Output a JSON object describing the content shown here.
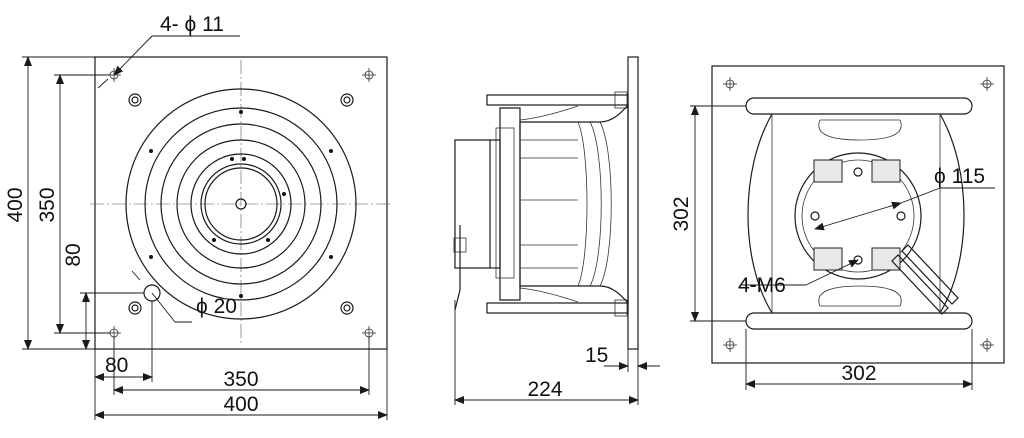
{
  "front_view": {
    "dims": {
      "hole_callout": "4- ϕ 11",
      "height_outer": "400",
      "height_inner": "350",
      "offset_vertical": "80",
      "offset_horizontal": "80",
      "width_inner": "350",
      "width_outer": "400",
      "center_hole": "ϕ 20"
    }
  },
  "side_view": {
    "dims": {
      "flange_thickness": "15",
      "depth": "224"
    }
  },
  "rear_view": {
    "dims": {
      "height": "302",
      "width": "302",
      "motor_diameter": "ϕ 115",
      "thread_callout": "4-M6"
    }
  },
  "colors": {
    "line": "#1a1a1a",
    "fill_light": "#e8e8e8",
    "background": "#ffffff"
  }
}
